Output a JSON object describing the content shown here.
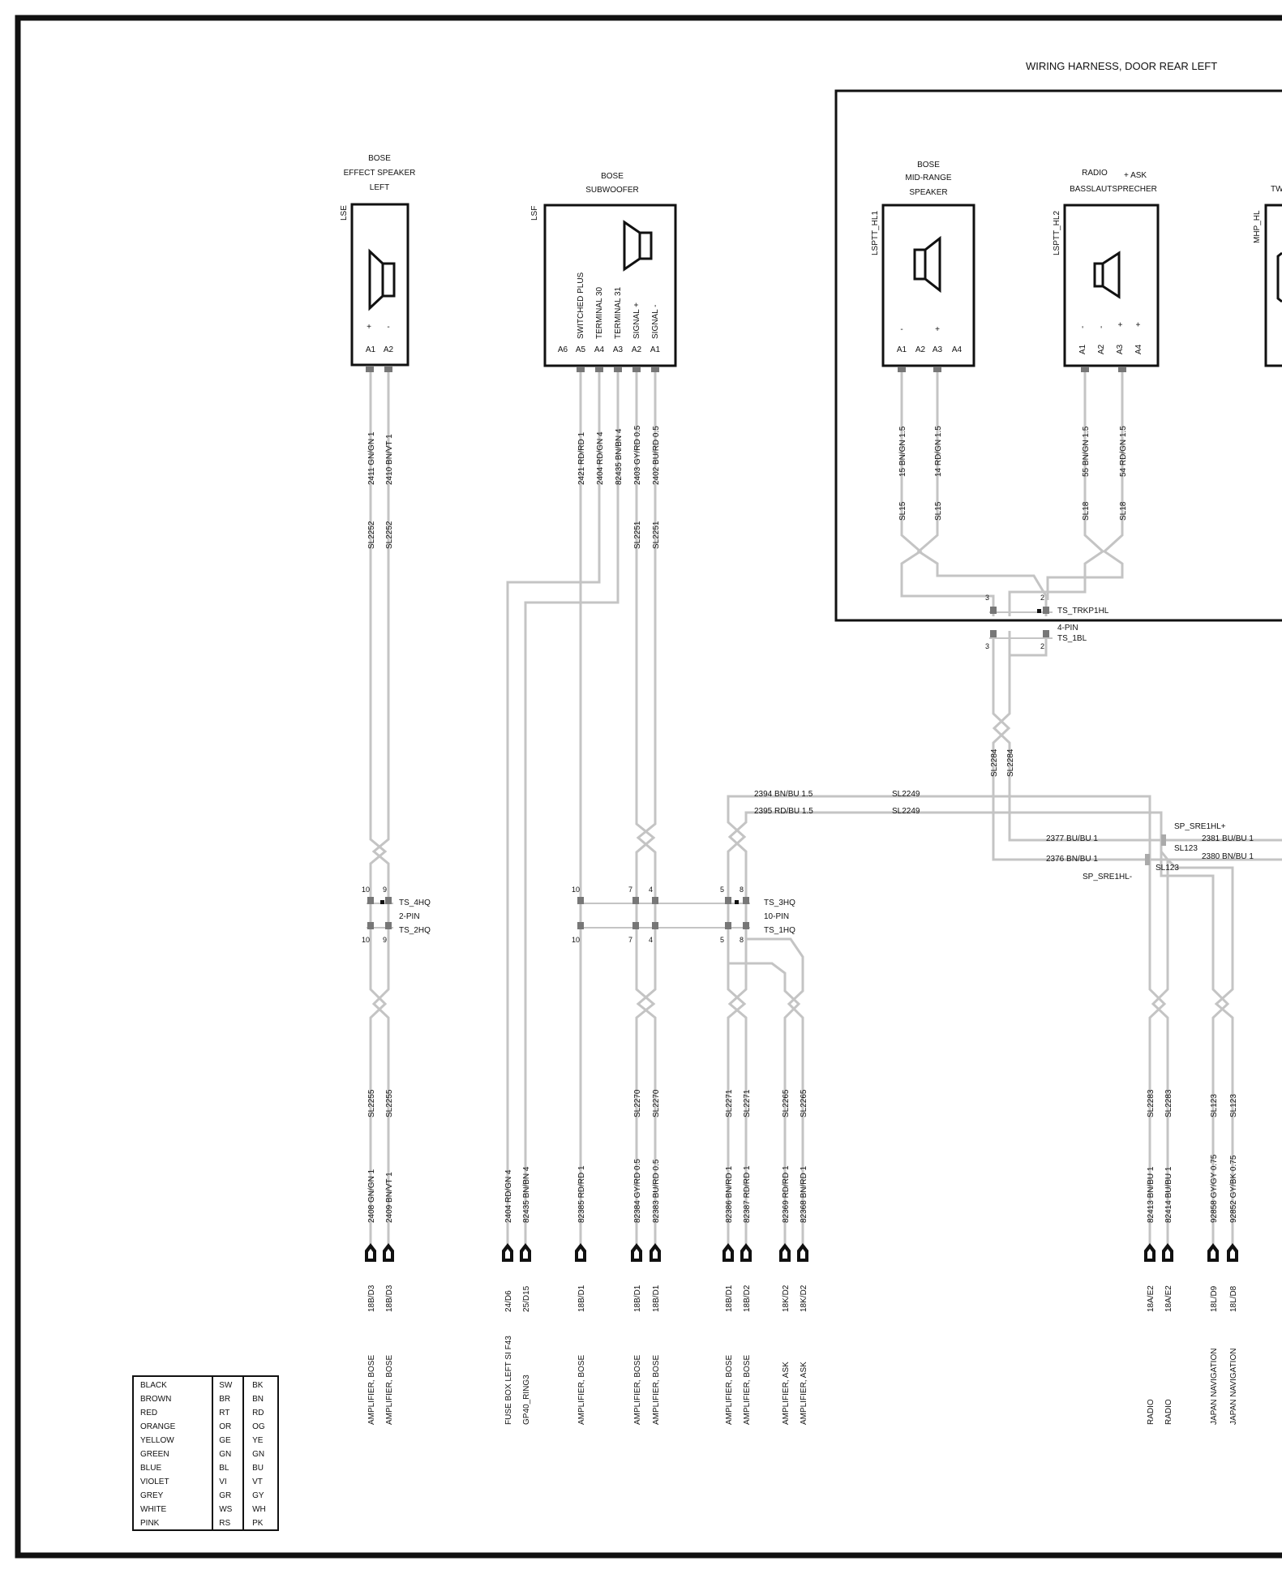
{
  "harness_title": "WIRING HARNESS, DOOR REAR LEFT",
  "components": [
    {
      "id": "LSE",
      "lines": [
        "BOSE",
        "EFFECT SPEAKER",
        "LEFT"
      ],
      "pins": [
        "A1",
        "A2"
      ],
      "signs": [
        "+",
        "-"
      ]
    },
    {
      "id": "LSF",
      "lines": [
        "BOSE",
        "SUBWOOFER"
      ],
      "pins": [
        "A6",
        "A5",
        "A4",
        "A3",
        "A2",
        "A1"
      ],
      "pin_labels": [
        "SWITCHED PLUS",
        "TERMINAL 30",
        "TERMINAL 31",
        "SIGNAL +",
        "SIGNAL -"
      ]
    },
    {
      "id": "LSPTT_HL1",
      "lines": [
        "BOSE",
        "MID-RANGE",
        "SPEAKER"
      ],
      "pins": [
        "A1",
        "A2",
        "A3",
        "A4"
      ],
      "signs": [
        "-",
        "+"
      ]
    },
    {
      "id": "LSPTT_HL2",
      "lines": [
        "RADIO",
        "BASSLAUTSPRECHER"
      ],
      "extra": "+ ASK",
      "pins": [
        "A1",
        "A2",
        "A3",
        "A4"
      ],
      "signs": [
        "-",
        "-",
        "+",
        "+"
      ]
    },
    {
      "id": "MHP_HL",
      "lines": [
        "TW"
      ]
    }
  ],
  "wires_upper": [
    "2411 GN/GN 1",
    "2410 BN/VT 1",
    "2421 RD/RD 1",
    "2404 RD/GN 4",
    "82435 BN/BN 4",
    "2403 GY/RD 0.5",
    "2402 BU/RD 0.5",
    "15 BN/GN 1.5",
    "14 RD/GN 1.5",
    "55 BN/GN 1.5",
    "54 RD/GN 1.5"
  ],
  "sl_upper": [
    "SL2252",
    "SL2252",
    "SL2251",
    "SL2251",
    "SL15",
    "SL15",
    "SL18",
    "SL18",
    "SL2284",
    "SL2284"
  ],
  "connectors": {
    "trkp": "TS_TRKP1HL",
    "pin4": "4-PIN",
    "ts1bl": "TS_1BL",
    "ts4hq": "TS_4HQ",
    "pin2": "2-PIN",
    "ts2hq": "TS_2HQ",
    "ts3hq": "TS_3HQ",
    "pin10": "10-PIN",
    "ts1hq": "TS_1HQ"
  },
  "horizontal": [
    "2394 BN/BU 1.5",
    "2395 RD/BU 1.5",
    "SL2249",
    "SL2249",
    "2377 BU/BU 1",
    "2376 BN/BU 1",
    "2381 BU/BU 1",
    "2380 BN/BU 1",
    "SP_SRE1HL+",
    "SP_SRE1HL-",
    "SL123",
    "SL123"
  ],
  "pin_nums": [
    "10",
    "9",
    "10",
    "9",
    "10",
    "7",
    "4",
    "5",
    "8",
    "10",
    "7",
    "4",
    "5",
    "8",
    "3",
    "2",
    "3",
    "2"
  ],
  "bottom": [
    {
      "sl": "SL2255",
      "wire": "2408 GN/GN 1",
      "loc": "18B/D3",
      "dest": "AMPLIFIER, BOSE"
    },
    {
      "sl": "SL2255",
      "wire": "2409 BN/VT 1",
      "loc": "18B/D3",
      "dest": "AMPLIFIER, BOSE"
    },
    {
      "sl": "",
      "wire": "2404 RD/GN 4",
      "loc": "24/D6",
      "dest": "FUSE BOX LEFT SI F43"
    },
    {
      "sl": "",
      "wire": "82435 BN/BN 4",
      "loc": "25/D15",
      "dest": "GP40_RING3"
    },
    {
      "sl": "",
      "wire": "82385 RD/RD 1",
      "loc": "18B/D1",
      "dest": "AMPLIFIER, BOSE"
    },
    {
      "sl": "SL2270",
      "wire": "82384 GY/RD 0.5",
      "loc": "18B/D1",
      "dest": "AMPLIFIER, BOSE"
    },
    {
      "sl": "SL2270",
      "wire": "82383 BU/RD 0.5",
      "loc": "18B/D1",
      "dest": "AMPLIFIER, BOSE"
    },
    {
      "sl": "SL2271",
      "wire": "82386 BN/RD 1",
      "loc": "18B/D1",
      "dest": "AMPLIFIER, BOSE"
    },
    {
      "sl": "SL2271",
      "wire": "82387 RD/RD 1",
      "loc": "18B/D2",
      "dest": "AMPLIFIER, BOSE"
    },
    {
      "sl": "SL2265",
      "wire": "82369 RD/RD 1",
      "loc": "18K/D2",
      "dest": "AMPLIFIER, ASK"
    },
    {
      "sl": "SL2265",
      "wire": "82368 BN/RD 1",
      "loc": "18K/D2",
      "dest": "AMPLIFIER, ASK"
    },
    {
      "sl": "SL2283",
      "wire": "82413 BN/BU 1",
      "loc": "18A/E2",
      "dest": "RADIO"
    },
    {
      "sl": "SL2283",
      "wire": "82414 BU/BU 1",
      "loc": "18A/E2",
      "dest": "RADIO"
    },
    {
      "sl": "SL123",
      "wire": "92858 GY/GY 0.75",
      "loc": "18L/D9",
      "dest": "JAPAN NAVIGATION"
    },
    {
      "sl": "SL123",
      "wire": "92852 GY/BK 0.75",
      "loc": "18L/D8",
      "dest": "JAPAN NAVIGATION"
    }
  ],
  "legend": [
    [
      "BLACK",
      "SW",
      "BK"
    ],
    [
      "BROWN",
      "BR",
      "BN"
    ],
    [
      "RED",
      "RT",
      "RD"
    ],
    [
      "ORANGE",
      "OR",
      "OG"
    ],
    [
      "YELLOW",
      "GE",
      "YE"
    ],
    [
      "GREEN",
      "GN",
      "GN"
    ],
    [
      "BLUE",
      "BL",
      "BU"
    ],
    [
      "VIOLET",
      "VI",
      "VT"
    ],
    [
      "GREY",
      "GR",
      "GY"
    ],
    [
      "WHITE",
      "WS",
      "WH"
    ],
    [
      "PINK",
      "RS",
      "PK"
    ]
  ]
}
